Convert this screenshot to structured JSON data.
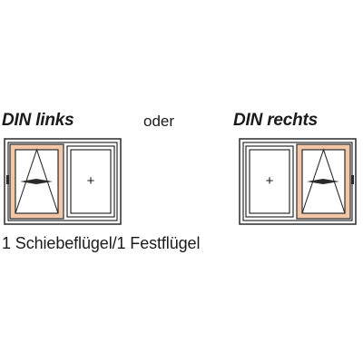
{
  "labels": {
    "left": "DIN links",
    "separator": "oder",
    "right": "DIN rechts",
    "caption": "1 Schiebeflügel/1 Festflügel"
  },
  "windows": {
    "left": {
      "sliding_sash": "left",
      "fixed_symbol": "+"
    },
    "right": {
      "sliding_sash": "right",
      "fixed_symbol": "+"
    }
  },
  "colors": {
    "frame": "#2b2b2b",
    "sash_fill": "#f2c6a8",
    "background": "#ffffff"
  }
}
